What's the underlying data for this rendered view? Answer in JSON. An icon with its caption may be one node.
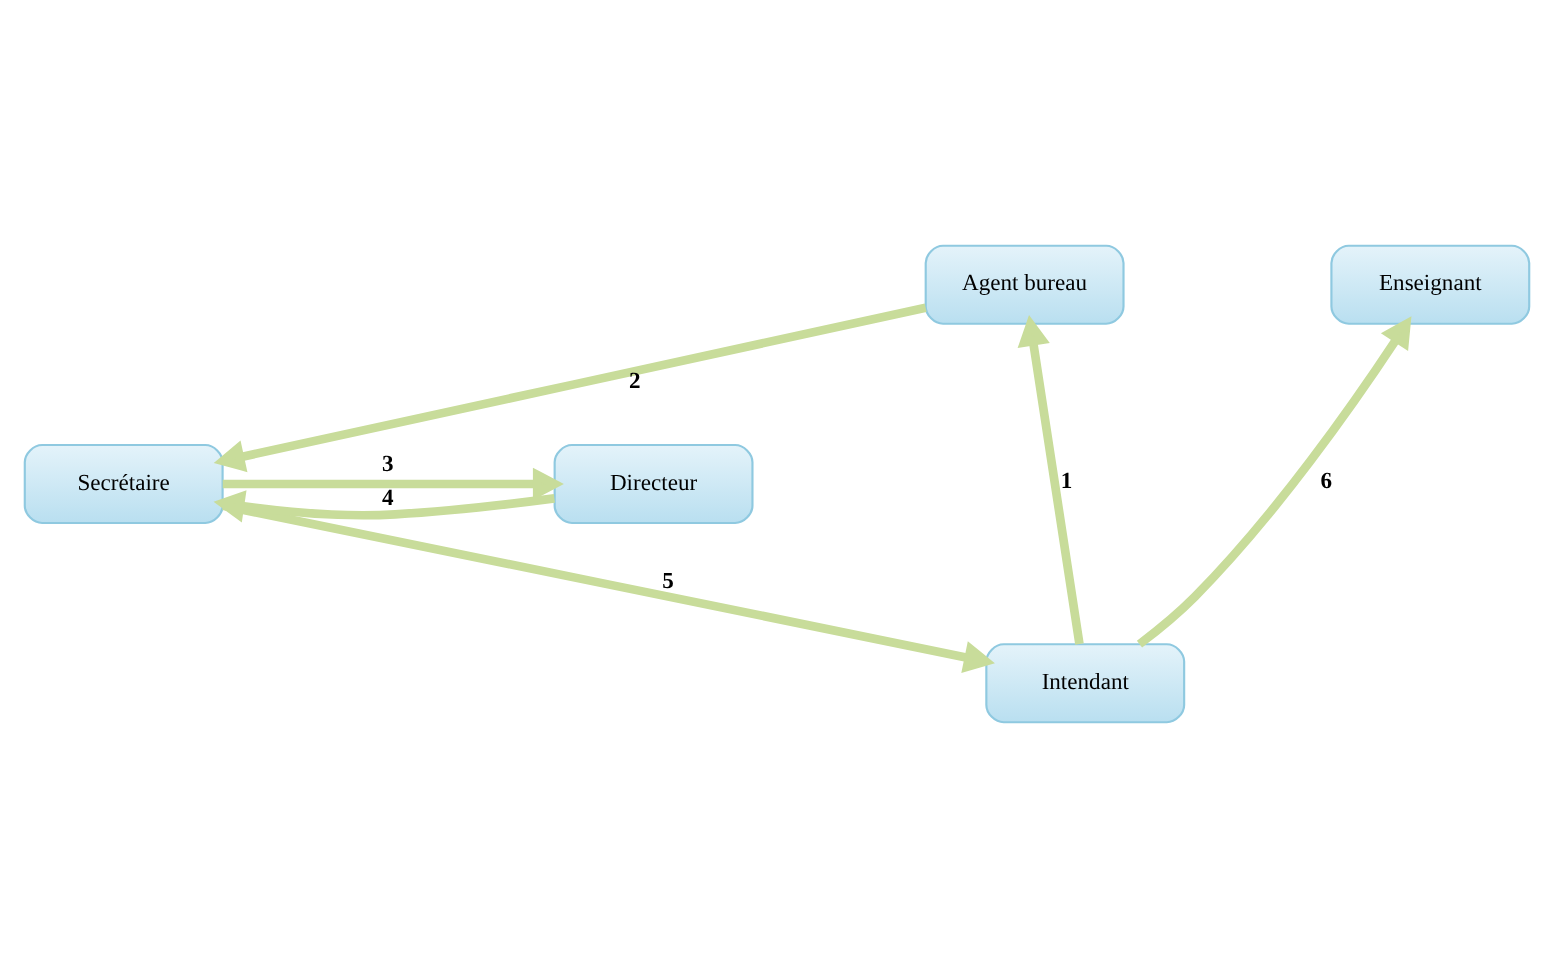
{
  "diagram": {
    "nodes": [
      {
        "text": [
          "Agent bureau"
        ]
      },
      {
        "text": [
          "Enseignant"
        ]
      },
      {
        "text": [
          "Intendant"
        ]
      },
      {
        "text": [
          "Secrétaire"
        ]
      },
      {
        "text": [
          "Directeur"
        ]
      }
    ],
    "edges": [
      {
        "from": 2,
        "to": 0,
        "arrow": "to",
        "label": "1"
      },
      {
        "from": 0,
        "to": 3,
        "arrow": "to",
        "label": "2"
      },
      {
        "from": 3,
        "to": 4,
        "arrow": "to",
        "label": "3"
      },
      {
        "from": 4,
        "to": 3,
        "arrow": "to",
        "label": "4"
      },
      {
        "from": 3,
        "to": 2,
        "arrow": "to",
        "label": "5"
      },
      {
        "from": 2,
        "to": 1,
        "arrow": "to",
        "label": "6"
      }
    ]
  }
}
